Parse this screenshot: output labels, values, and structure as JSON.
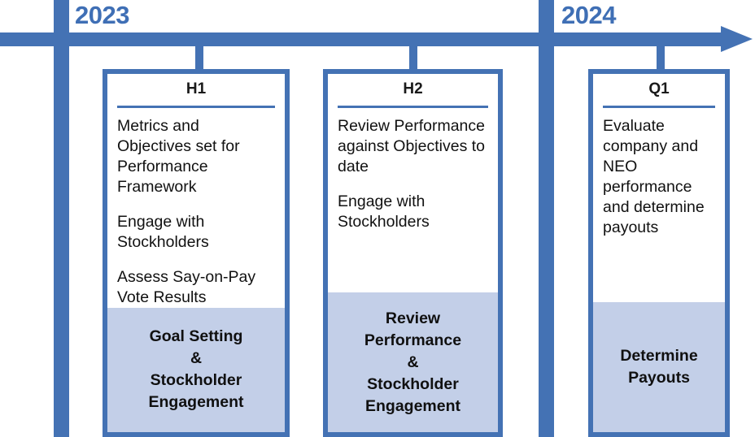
{
  "diagram": {
    "type": "timeline",
    "accent_color": "#4472b4",
    "footer_fill_color": "#c3cfe8",
    "body_text_color": "#111111"
  },
  "timeline": {
    "axis_name": "timeline-axis",
    "arrow_direction": "right",
    "years": [
      {
        "label": "2023"
      },
      {
        "label": "2024"
      }
    ]
  },
  "periods": [
    {
      "header": "H1",
      "items": [
        "Metrics and Objectives set for Performance Framework",
        "Engage with Stockholders",
        "Assess Say-on-Pay Vote Results"
      ],
      "footer": "Goal Setting\n&\nStockholder\nEngagement"
    },
    {
      "header": "H2",
      "items": [
        "Review Performance against Objectives to date",
        "Engage with Stockholders"
      ],
      "footer": "Review\nPerformance\n&\nStockholder\nEngagement"
    },
    {
      "header": "Q1",
      "items": [
        "Evaluate company and NEO performance and determine payouts"
      ],
      "footer": "Determine\nPayouts"
    }
  ]
}
